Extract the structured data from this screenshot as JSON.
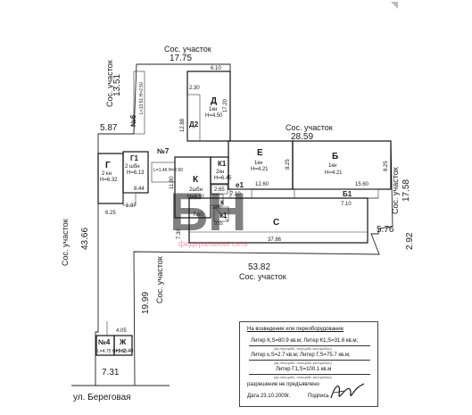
{
  "plan": {
    "dims": {
      "top_width": "17.75",
      "left_top": "13.51",
      "left_mid": "5.87",
      "left_long": "43.66",
      "right_width": "28.59",
      "right_side": "17.58",
      "bottom_width": "53.82",
      "right_small": "2.92",
      "right_step": "5.76",
      "lower_side": "19.99",
      "street_width": "7.31"
    },
    "neighbor_labels": {
      "top": "Сос. участок",
      "left_upper": "Сос. участок",
      "left_lower": "Сос. участок",
      "right": "Сос. участок",
      "bottom": "Сос. участок",
      "lower_left": "Сос. участок"
    },
    "street": "ул. Береговая",
    "buildings": {
      "D": {
        "letter": "Д",
        "floors": "1кн",
        "height": "H=4.50",
        "w": "6.10",
        "h": "17.20",
        "d": "2.30"
      },
      "D2": {
        "letter": "Д2",
        "w": "12.88"
      },
      "N6": {
        "label": "№6",
        "dim": "L=13.51 H=2.50"
      },
      "G": {
        "letter": "Г",
        "floors": "2 кн",
        "height": "H=6.32",
        "w": "6.25"
      },
      "G1": {
        "letter": "Г1",
        "floors": "2 шбн",
        "height": "H=6.13",
        "w": "8.44",
        "d": "1.37"
      },
      "N7": {
        "label": "№7",
        "dim": "L=1.46 H=2.60"
      },
      "K": {
        "letter": "К",
        "floors": "2шбн",
        "height": "H=6.91",
        "w": "11.80",
        "d": "7.30",
        "d2": "7.60"
      },
      "K1": {
        "letter": "К1",
        "floors": "2кн",
        "height": "H=6.45",
        "d": "2.65"
      },
      "k": {
        "letter": "к",
        "d": "2.00"
      },
      "k1": {
        "letter": "к1",
        "d": "0.55"
      },
      "E": {
        "letter": "Е",
        "floors": "1кн",
        "height": "H=4.21",
        "w": "12.60",
        "h": "8.25"
      },
      "B": {
        "letter": "Б",
        "floors": "1кн",
        "height": "H=4.21",
        "w": "15.60",
        "h": "8.25"
      },
      "B1": {
        "letter": "Б1",
        "d": "7.10"
      },
      "e1": {
        "letter": "е1",
        "d": "7.10"
      },
      "C": {
        "letter": "С",
        "w": "37.86",
        "h": "7.30"
      },
      "N4": {
        "label": "№4",
        "dim": "L=4.75 H=2.50"
      },
      "Zh": {
        "letter": "Ж",
        "height": "H=2.40",
        "d": "4.05"
      }
    },
    "watermark": {
      "text": "БН",
      "sub": "федеральная сеть"
    }
  },
  "stamp": {
    "title": "На возведение или переоборудование",
    "line1": "Литер К,S=80.9 кв.м; Литер К1,S=31.6 кв.м;",
    "note1": "(гр.площадь, площадь застройки)",
    "line2": "Литер к,S=2.7 кв.м; Литер Г,S=75.7 кв.м;",
    "note2": "(гр.площадь, площадь застройки)",
    "line3": "Литер Г1,S=100.1 кв.м",
    "note3": "(гр.площадь, площадь застройки)",
    "permission": "разрешение не предъявлено",
    "date": "Дата 23.10.2009г.",
    "sign_label": "Подпись"
  }
}
